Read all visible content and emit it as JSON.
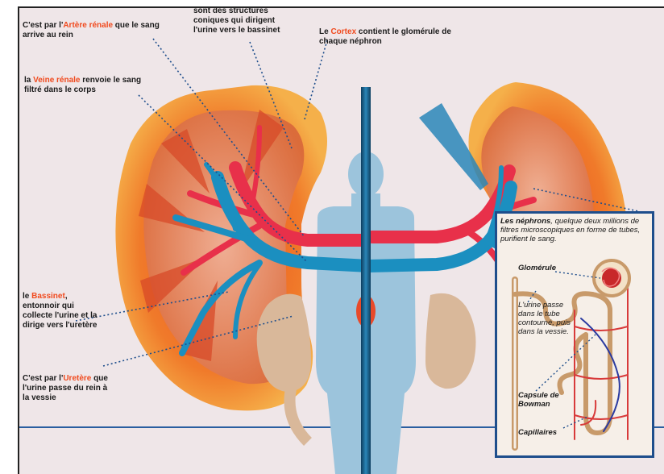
{
  "labels": {
    "artery": {
      "pre": "C'est par l'",
      "hl": "Artère rénale",
      "post": " que le sang arrive au rein"
    },
    "pyramids": {
      "text": "sont des structures coniques qui dirigent l'urine vers le bassinet"
    },
    "cortex": {
      "pre": "Le ",
      "hl": "Cortex",
      "post": " contient le glomérule de chaque néphron"
    },
    "vein": {
      "pre": "la ",
      "hl": "Veine rénale",
      "post": " renvoie le sang filtré dans le corps"
    },
    "pelvis": {
      "pre": "le ",
      "hl": "Bassinet",
      "post": ", entonnoir qui collecte l'urine et la dirige vers l'uretère"
    },
    "ureter": {
      "pre": "C'est par l'",
      "hl": "Uretère",
      "post": " que l'urine passe du rein à la vessie"
    }
  },
  "inset": {
    "title_bold": "Les néphrons",
    "title_rest": ", quelque deux millions de filtres microscopiques en forme de tubes, purifient le sang.",
    "glomerule": "Glomérule",
    "urine": "L'urine passe dans le tube contourné, puis dans la vessie.",
    "capsule": "Capsule de Bowman",
    "capillaires": "Capillaires"
  },
  "colors": {
    "highlight": "#f04a1e",
    "cortex": "#f48a2c",
    "artery": "#e8304a",
    "vein": "#1b8fc0",
    "pelvis": "#d9b89a",
    "inset_border": "#1e4e8c",
    "silhouette": "#9cc4dc"
  }
}
